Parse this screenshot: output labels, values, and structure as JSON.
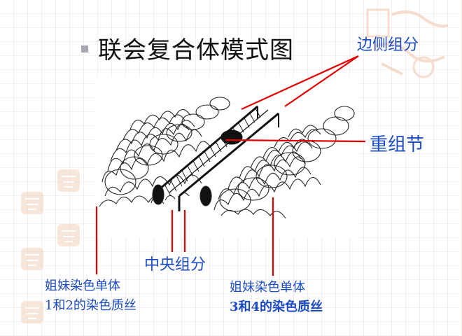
{
  "title": "联会复合体模式图",
  "labels": {
    "lateral": "边侧组分",
    "node": "重组节",
    "central": "中央组分",
    "sister12_line1": "姐妹染色单体",
    "sister12_line2": "1和2的染色质丝",
    "sister34_line1": "姐妹染色单体",
    "sister34_line2": "3和4的染色质丝"
  },
  "colors": {
    "label_text": "#1a4bc4",
    "pointer_line": "#e00000",
    "title_text": "#111111",
    "bullet": "#a7a7b4"
  }
}
